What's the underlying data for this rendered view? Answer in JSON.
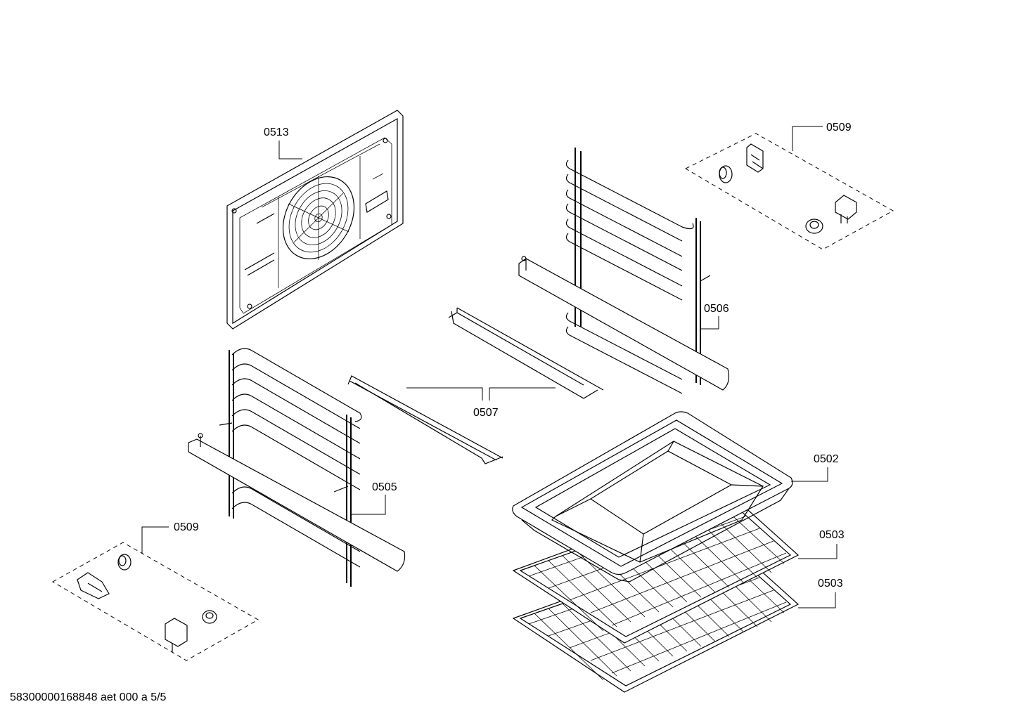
{
  "labels": {
    "back_panel": "0513",
    "kit_top_right": "0509",
    "rail_right": "0506",
    "shelf_supports": "0507",
    "rail_left": "0505",
    "kit_bottom_left": "0509",
    "baking_tray": "0502",
    "wire_rack_upper": "0503",
    "wire_rack_lower": "0503"
  },
  "footer": {
    "doc_code": "58300000168848 aet 000 a 5/5"
  }
}
